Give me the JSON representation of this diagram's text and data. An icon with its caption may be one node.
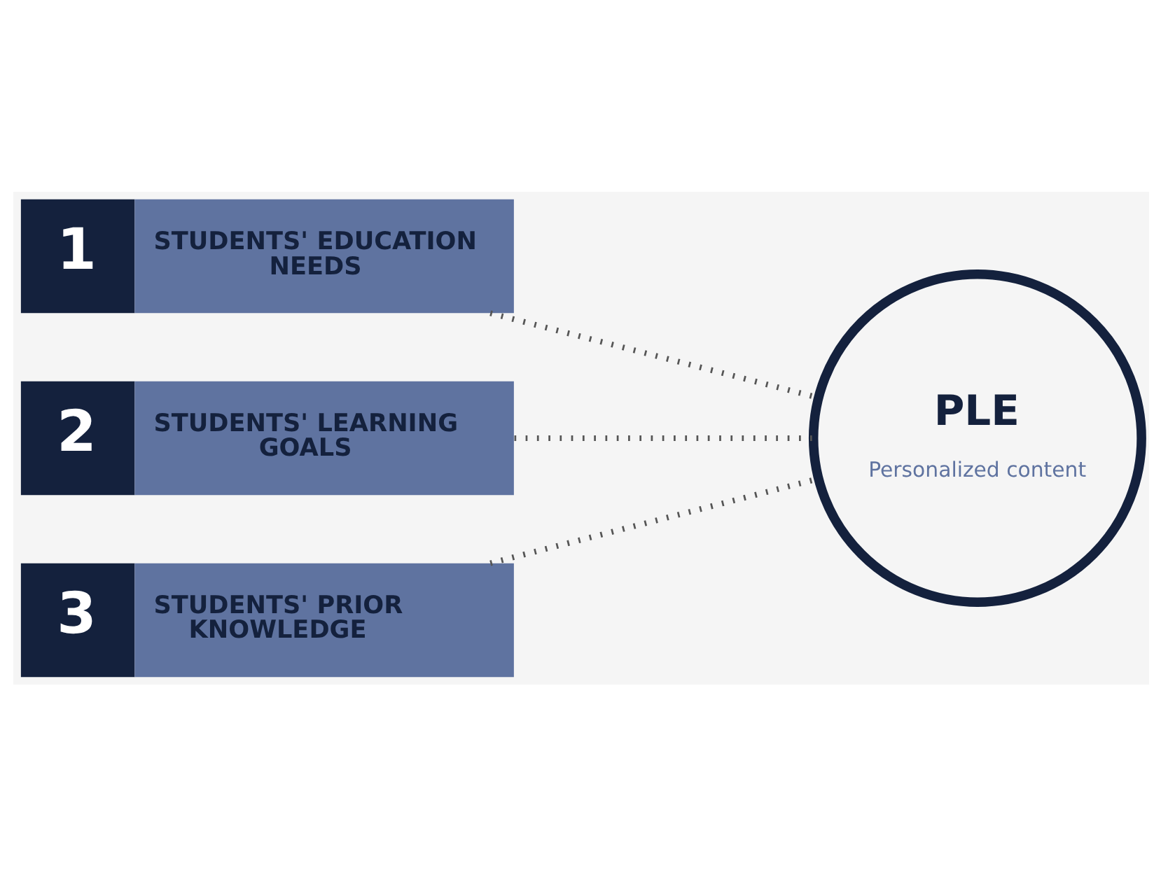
{
  "diagram": {
    "nodes": [
      {
        "text": [
          "1",
          "STUDENTS' EDUCATION NEEDS"
        ]
      },
      {
        "text": [
          "2",
          "STUDENTS' LEARNING GOALS"
        ]
      },
      {
        "text": [
          "3",
          "STUDENTS' PRIOR KNOWLEDGE"
        ]
      },
      {
        "text": [
          "PLE",
          "Personalized content"
        ]
      }
    ],
    "edges": [
      {
        "from": 0,
        "to": 3,
        "arrow": "none"
      },
      {
        "from": 1,
        "to": 3,
        "arrow": "none"
      },
      {
        "from": 2,
        "to": 3,
        "arrow": "none"
      }
    ]
  }
}
